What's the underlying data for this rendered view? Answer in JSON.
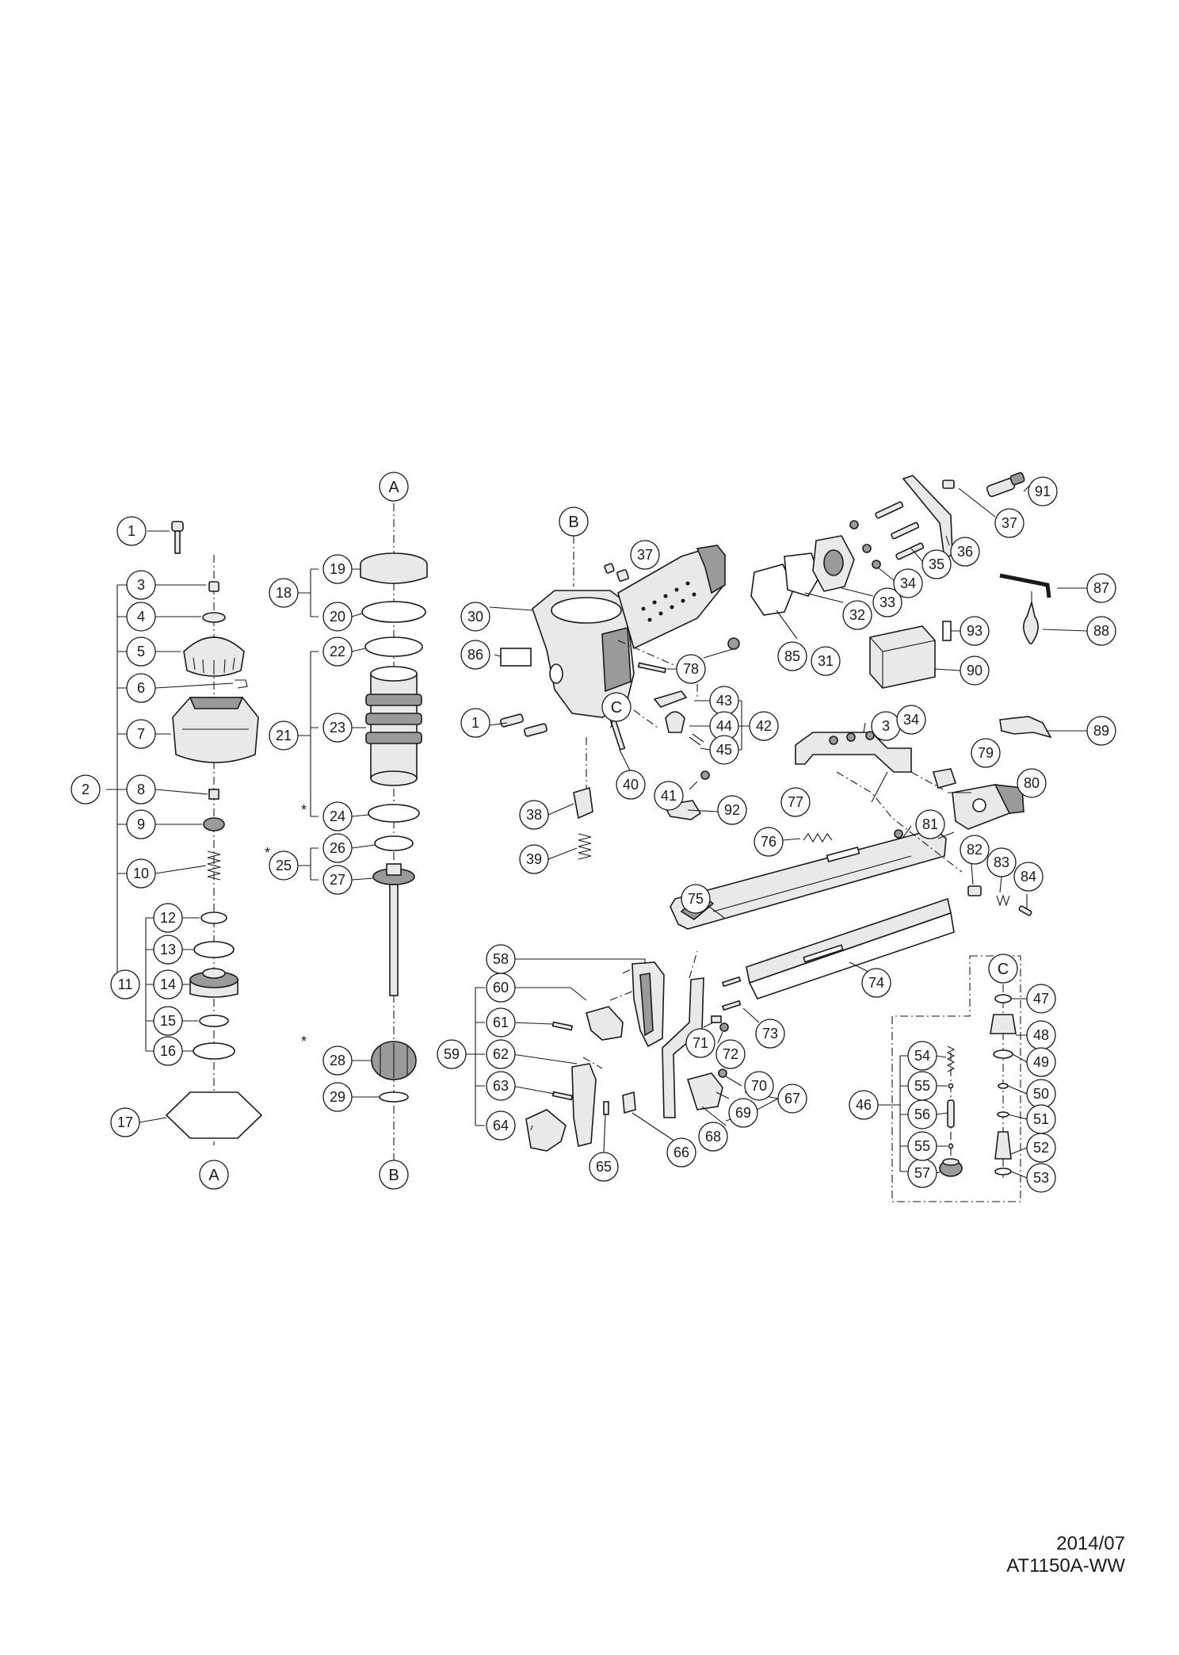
{
  "callouts": {
    "n1": "1",
    "n2": "2",
    "n3": "3",
    "n4": "4",
    "n5": "5",
    "n6": "6",
    "n7": "7",
    "n8": "8",
    "n9": "9",
    "n10": "10",
    "n11": "11",
    "n12": "12",
    "n13": "13",
    "n14": "14",
    "n15": "15",
    "n16": "16",
    "n17": "17",
    "n18": "18",
    "n19": "19",
    "n20": "20",
    "n21": "21",
    "n22": "22",
    "n23": "23",
    "n24": "24",
    "n25": "25",
    "n26": "26",
    "n27": "27",
    "n28": "28",
    "n29": "29",
    "n30": "30",
    "n31": "31",
    "n32": "32",
    "n33": "33",
    "n34": "34",
    "n35": "35",
    "n36": "36",
    "n37": "37",
    "n38": "38",
    "n39": "39",
    "n40": "40",
    "n41": "41",
    "n42": "42",
    "n43": "43",
    "n44": "44",
    "n45": "45",
    "n46": "46",
    "n47": "47",
    "n48": "48",
    "n49": "49",
    "n50": "50",
    "n51": "51",
    "n52": "52",
    "n53": "53",
    "n54": "54",
    "n55": "55",
    "n56": "56",
    "n57": "57",
    "n58": "58",
    "n59": "59",
    "n60": "60",
    "n61": "61",
    "n62": "62",
    "n63": "63",
    "n64": "64",
    "n65": "65",
    "n66": "66",
    "n67": "67",
    "n68": "68",
    "n69": "69",
    "n70": "70",
    "n71": "71",
    "n72": "72",
    "n73": "73",
    "n74": "74",
    "n75": "75",
    "n76": "76",
    "n77": "77",
    "n78": "78",
    "n79": "79",
    "n80": "80",
    "n81": "81",
    "n82": "82",
    "n83": "83",
    "n84": "84",
    "n85": "85",
    "n86": "86",
    "n87": "87",
    "n88": "88",
    "n89": "89",
    "n90": "90",
    "n91": "91",
    "n92": "92",
    "n93": "93"
  },
  "connectors": {
    "A": "A",
    "B": "B",
    "C": "C"
  },
  "asterisk": "*",
  "footer": {
    "date": "2014/07",
    "model": "AT1150A-WW"
  }
}
